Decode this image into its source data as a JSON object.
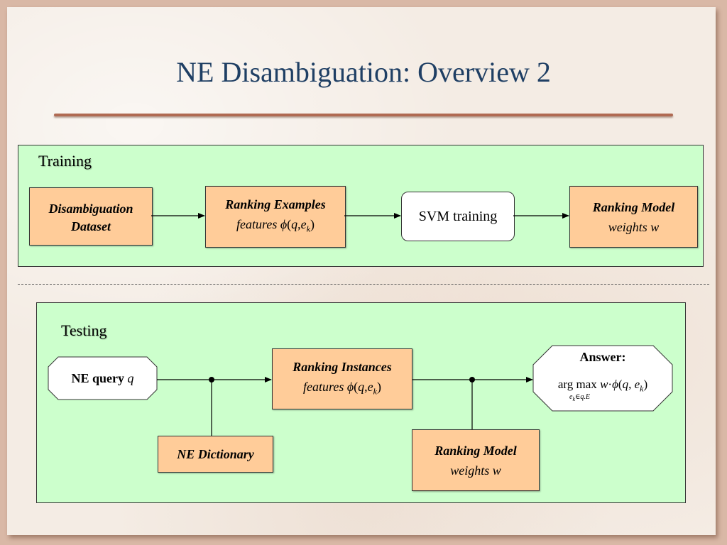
{
  "title": "NE Disambiguation: Overview 2",
  "training": {
    "label": "Training",
    "dataset_line1": "Disambiguation",
    "dataset_line2": "Dataset",
    "examples_title": "Ranking Examples",
    "examples_features": "features",
    "svm": "SVM training",
    "model_title": "Ranking Model",
    "model_weights": "weights"
  },
  "testing": {
    "label": "Testing",
    "query_label": "NE query",
    "query_var": "q",
    "dictionary": "NE Dictionary",
    "instances_title": "Ranking Instances",
    "instances_features": "features",
    "model_title": "Ranking Model",
    "model_weights": "weights",
    "answer_label": "Answer:",
    "answer_argmax": "arg max",
    "answer_subscript": "e",
    "answer_subscript_rest": "∈q.E"
  },
  "math": {
    "phi": "ϕ",
    "q": "q",
    "e": "e",
    "k": "k",
    "w": "w",
    "dot": "·"
  },
  "colors": {
    "title": "#1f3f64",
    "panel_fill": "#ccffcc",
    "box_fill": "#ffcc99",
    "rule": "#b06a52"
  }
}
